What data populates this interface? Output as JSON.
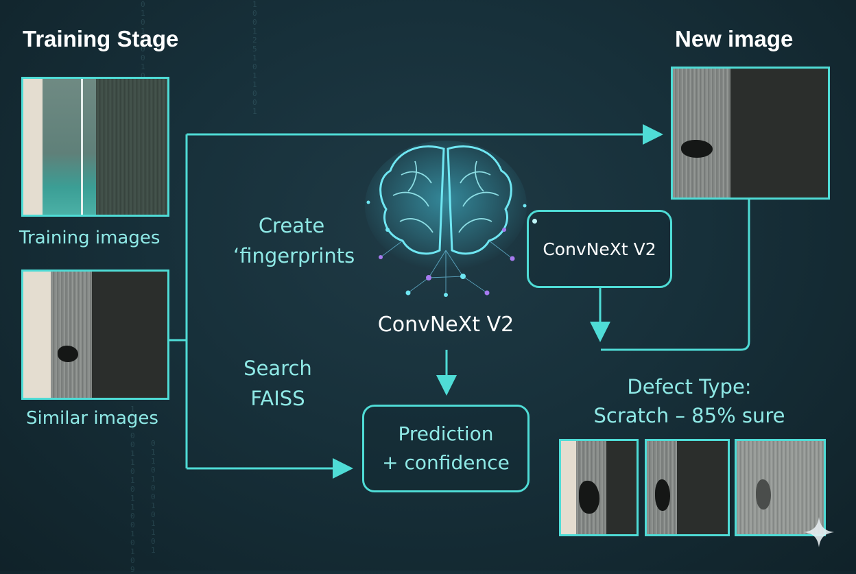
{
  "titles": {
    "training_stage": "Training Stage",
    "new_image": "New image"
  },
  "captions": {
    "training_images": "Training images",
    "similar_images": "Similar images"
  },
  "steps": {
    "create_fingerprints": [
      "Create",
      "‘fingerprints"
    ],
    "search_faiss": [
      "Search",
      "FAISS"
    ]
  },
  "model": {
    "center_label": "ConvNeXt V2",
    "box_label": "ConvNeXt V2"
  },
  "prediction": {
    "line1": "Prediction",
    "line2": "+ confidence"
  },
  "result": {
    "line1": "Defect Type:",
    "line2": "Scratch – 85% sure"
  },
  "colors": {
    "accent": "#4fdcd6",
    "accent_text": "#8fe9e6",
    "background": "#17303a",
    "brain_glow": "#46c9e0",
    "node_purple": "#a77bf0"
  },
  "icons": [
    "brain-network-icon",
    "sparkle-icon"
  ]
}
